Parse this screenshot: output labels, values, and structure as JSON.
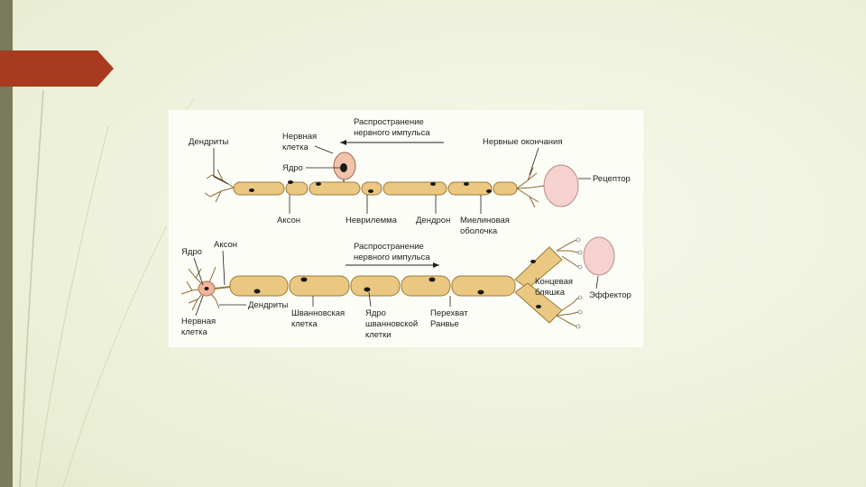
{
  "slide": {
    "colors": {
      "left_bar": "#7b7a5c",
      "accent_tab": "#a83a1f",
      "background": "#eef2dc"
    }
  },
  "diagram_top": {
    "propagation_label": [
      "Распространение",
      "нервного импульса"
    ],
    "labels": {
      "dendrites": "Дендриты",
      "nerve_cell": [
        "Нервная",
        "клетка"
      ],
      "nucleus": "Ядро",
      "axon": "Аксон",
      "neurilemma": "Неврилемма",
      "dendron": "Дендрон",
      "myelin": [
        "Миелиновая",
        "оболочка"
      ],
      "nerve_endings": "Нервные окончания",
      "receptor": "Рецептор"
    }
  },
  "diagram_bottom": {
    "propagation_label": [
      "Распространение",
      "нервного импульса"
    ],
    "labels": {
      "nucleus": "Ядро",
      "axon": "Аксон",
      "dendrites": "Дендриты",
      "nerve_cell": [
        "Нервная",
        "клетка"
      ],
      "schwann_cell": [
        "Шванновская",
        "клетка"
      ],
      "schwann_nucleus": [
        "Ядро",
        "шванновской",
        "клетки"
      ],
      "node_ranvier": [
        "Перехват",
        "Ранвье"
      ],
      "end_plate": [
        "Концевая",
        "бляшка"
      ],
      "effector": "Эффектор"
    }
  }
}
